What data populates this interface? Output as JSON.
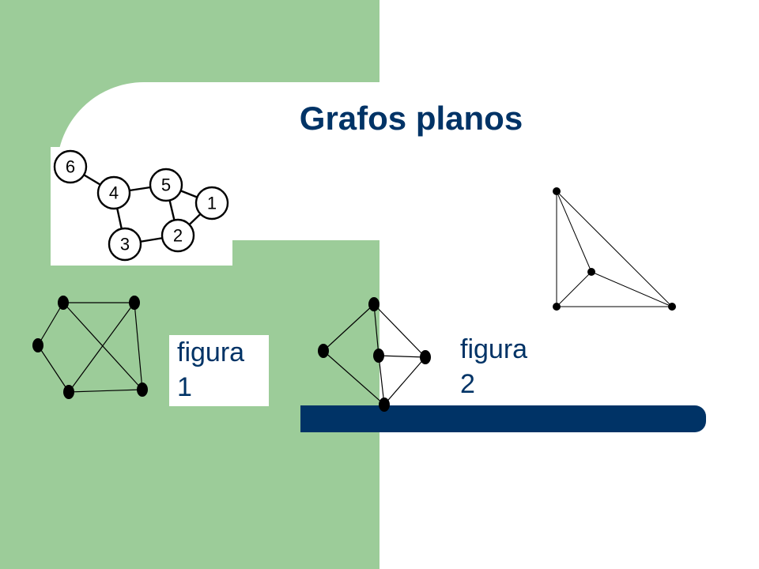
{
  "slide": {
    "title": "Grafos planos",
    "colors": {
      "panel": "#9ccc99",
      "title": "#003366",
      "bar": "#003366"
    }
  },
  "labels": [
    {
      "line1": "figura",
      "line2": "1"
    },
    {
      "line1": "figura",
      "line2": "2"
    }
  ],
  "numbered_graph": {
    "nodes": [
      {
        "id": "6",
        "label": "6"
      },
      {
        "id": "4",
        "label": "4"
      },
      {
        "id": "5",
        "label": "5"
      },
      {
        "id": "1",
        "label": "1"
      },
      {
        "id": "2",
        "label": "2"
      },
      {
        "id": "3",
        "label": "3"
      }
    ],
    "edges": [
      [
        "6",
        "4"
      ],
      [
        "4",
        "5"
      ],
      [
        "5",
        "1"
      ],
      [
        "5",
        "2"
      ],
      [
        "1",
        "2"
      ],
      [
        "2",
        "3"
      ],
      [
        "3",
        "4"
      ]
    ]
  }
}
